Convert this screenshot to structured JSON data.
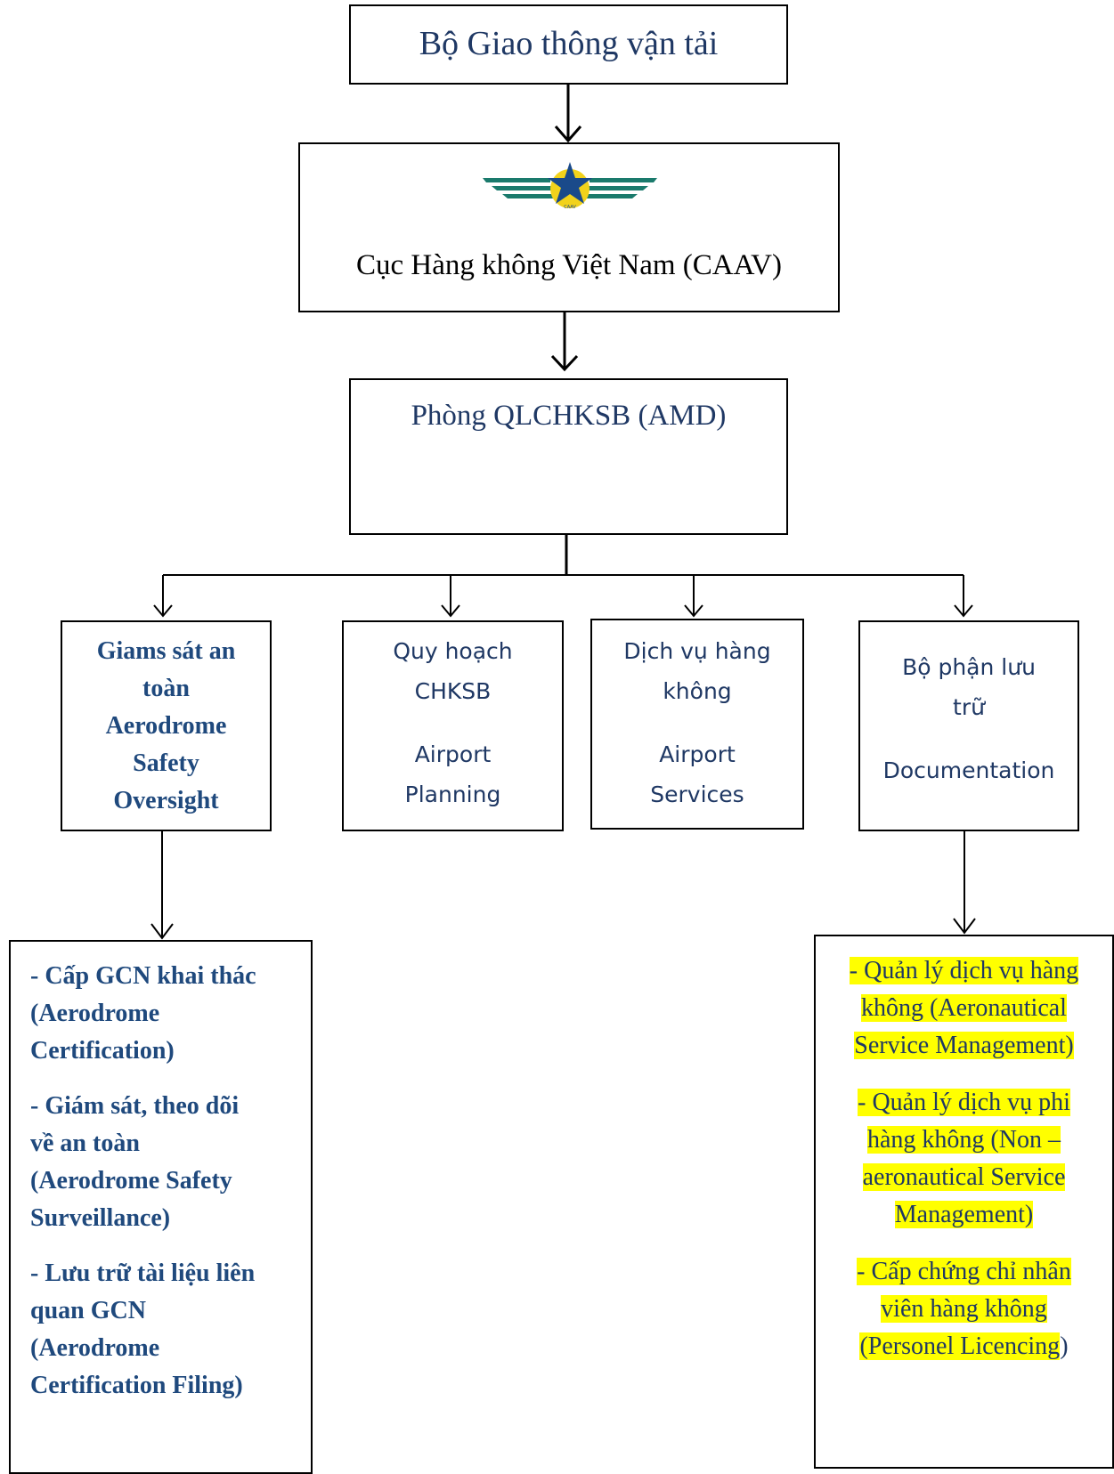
{
  "ministry": {
    "label": "Bộ Giao thông vận tải"
  },
  "caav": {
    "label": "Cục Hàng không Việt Nam (CAAV)",
    "logo_icon": "caav-winged-star-logo",
    "logo_text": "CAAV"
  },
  "amd": {
    "label": "Phòng QLCHKSB (AMD)"
  },
  "departments": [
    {
      "lines": [
        "Giams sát an",
        "toàn",
        "Aerodrome",
        "Safety",
        "Oversight"
      ]
    },
    {
      "line1": "Quy hoạch",
      "line2": "CHKSB",
      "line3": "Airport",
      "line4": "Planning"
    },
    {
      "line1": "Dịch vụ hàng",
      "line2": "không",
      "line3": "Airport",
      "line4": "Services"
    },
    {
      "line1": "Bộ phận lưu",
      "line2": "trữ",
      "line3": "Documentation"
    }
  ],
  "safety_tasks": [
    [
      "- Cấp GCN khai thác",
      "(Aerodrome",
      "Certification)"
    ],
    [
      "- Giám sát, theo dõi",
      "về an toàn",
      "(Aerodrome Safety",
      "Surveillance)"
    ],
    [
      "- Lưu trữ tài liệu liên",
      "quan GCN",
      "(Aerodrome",
      "Certification Filing)"
    ]
  ],
  "doc_tasks": [
    [
      "- Quản lý dịch vụ hàng",
      "không (Aeronautical",
      "Service Management)"
    ],
    [
      "- Quản lý dịch vụ phi",
      "hàng không (Non –",
      "aeronautical Service",
      "Management)"
    ],
    [
      "- Cấp chứng chỉ nhân",
      "viên hàng không",
      "(Personel Licencing",
      ")"
    ]
  ],
  "colors": {
    "title_blue": "#1f3864",
    "bold_blue": "#1f497d",
    "highlight": "#ffff00",
    "logo_green": "#1a7a6c",
    "logo_gold": "#f2d21b"
  }
}
